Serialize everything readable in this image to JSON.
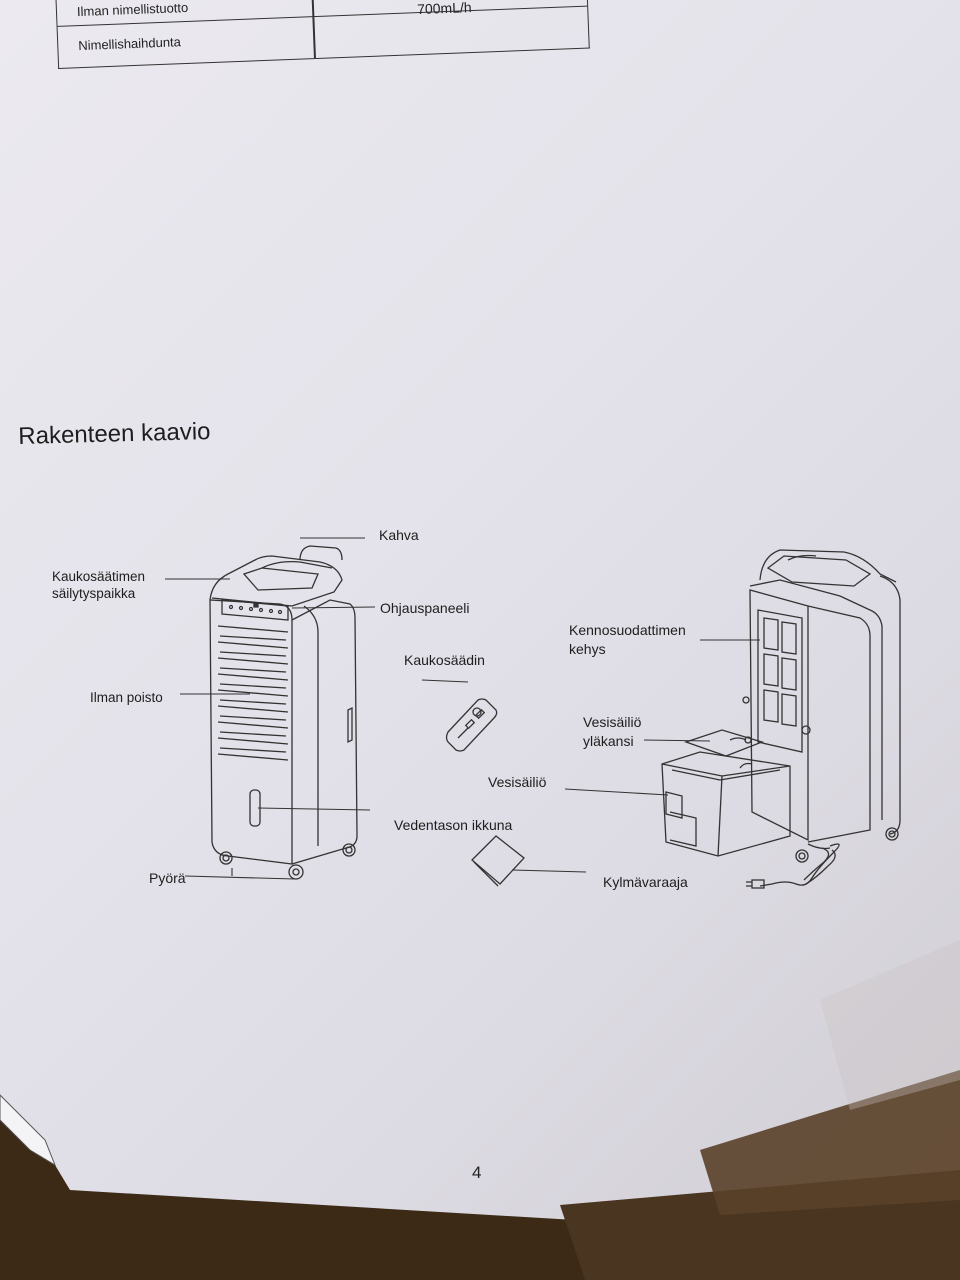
{
  "spec_table": {
    "rows": [
      {
        "label": "Ilman nimellistuotto",
        "value": ""
      },
      {
        "label": "Nimellishaihdunta",
        "value": ""
      }
    ],
    "shared_value": "700mL/h"
  },
  "section": {
    "title": "Rakenteen kaavio"
  },
  "labels": {
    "kahva": "Kahva",
    "remote_storage_1": "Kaukosäätimen",
    "remote_storage_2": "säilytyspaikka",
    "ohjauspaneeli": "Ohjauspaneeli",
    "kaukosaadin": "Kaukosäädin",
    "ilman_poisto": "Ilman poisto",
    "vedentason_ikkuna": "Vedentason ikkuna",
    "pyora": "Pyörä",
    "kennosuodattimen_1": "Kennosuodattimen",
    "kennosuodattimen_2": "kehys",
    "vesisailio_ylakansi_1": "Vesisäiliö",
    "vesisailio_ylakansi_2": "yläkansi",
    "vesisailio": "Vesisäiliö",
    "kylmavaraaja": "Kylmävaraaja"
  },
  "page_number": "4"
}
